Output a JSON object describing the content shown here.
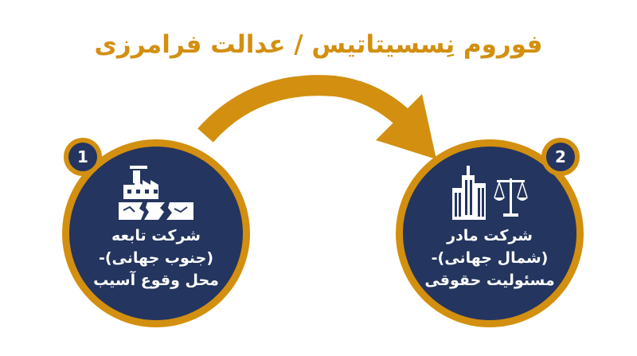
{
  "title": "فوروم نِسسیتاتیس / عدالت فرامرزی",
  "colors": {
    "accent": "#d38f0f",
    "node_fill": "#24355f",
    "text": "#ffffff"
  },
  "nodes": [
    {
      "number": "1",
      "icon": "factory-broken-ground-icon",
      "lines": [
        "شرکت تابعه",
        "(جنوب جهانی)-",
        "محل وقوع آسیب"
      ]
    },
    {
      "number": "2",
      "icon": "skyscraper-scales-icon",
      "lines": [
        "شرکت مادر",
        "(شمال جهانی)-",
        "مسئولیت حقوقی"
      ]
    }
  ]
}
